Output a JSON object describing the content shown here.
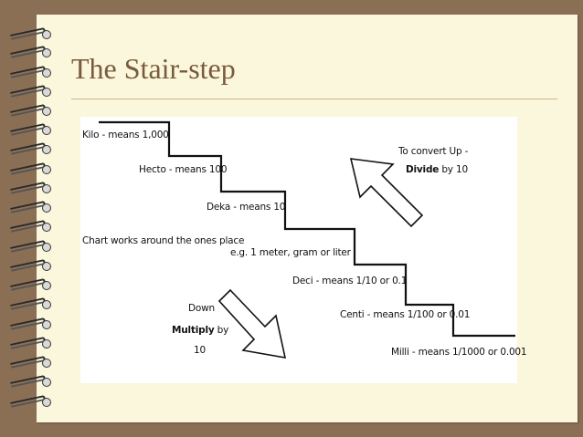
{
  "slide": {
    "title": "The Stair-step"
  },
  "diagram": {
    "steps": [
      {
        "label": "Kilo - means 1,000"
      },
      {
        "label": "Hecto - means 100"
      },
      {
        "label": "Deka - means 10"
      },
      {
        "label": "Deci - means 1/10 or 0.1"
      },
      {
        "label": "Centi - means 1/100 or 0.01"
      },
      {
        "label": "Milli - means 1/1000 or 0.001"
      }
    ],
    "ones_place": {
      "line1": "Chart works around the ones place",
      "line2": "e.g. 1 meter, gram or liter"
    },
    "up": {
      "line1": "To convert Up -",
      "bold": "Divide",
      "rest": "by 10"
    },
    "down": {
      "line1": "Down",
      "bold": "Multiply",
      "rest": "by",
      "line3": "10"
    }
  },
  "colors": {
    "background": "#8b6f55",
    "page": "#fbf7dc",
    "title": "#7a5a3c"
  },
  "decor": {
    "binding": "spiral-rings"
  }
}
